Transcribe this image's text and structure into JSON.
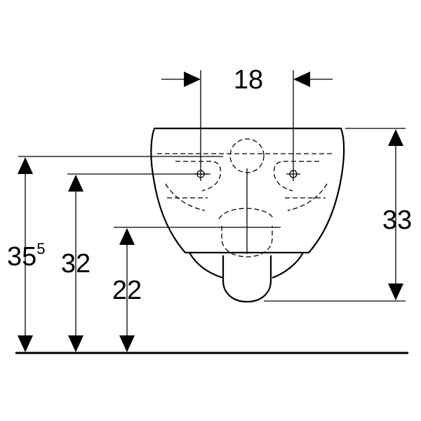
{
  "dimensions": {
    "outlet_spacing": "18",
    "bowl_height": "33",
    "total_height_main": "35",
    "total_height_sup": "5",
    "fixing_height": "32",
    "outlet_height": "22"
  }
}
